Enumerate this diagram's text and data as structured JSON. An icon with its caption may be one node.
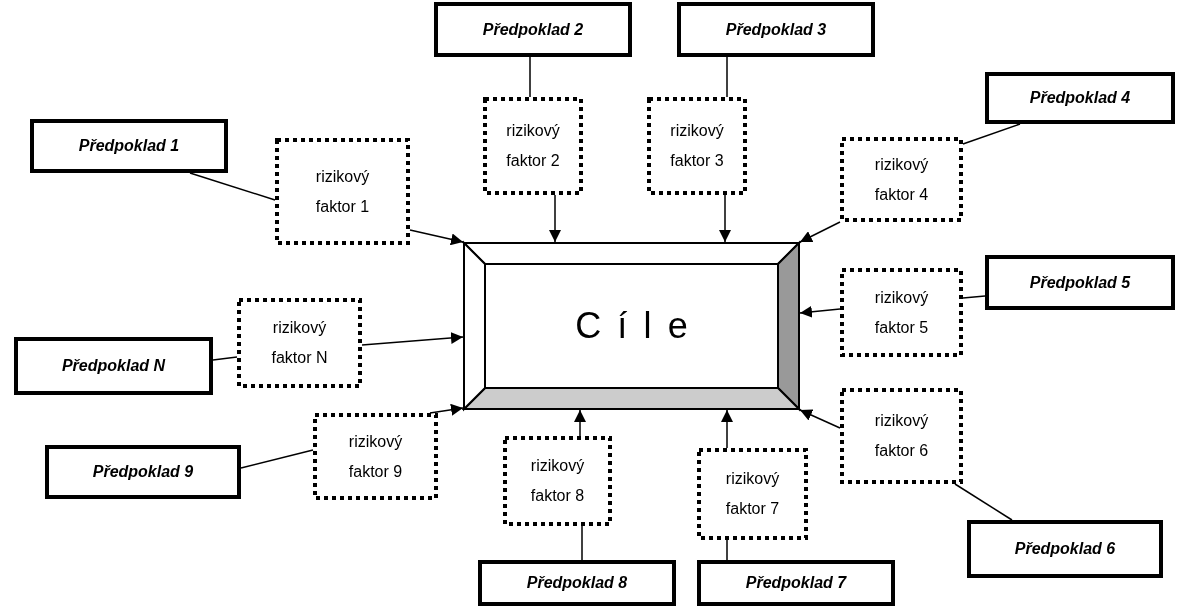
{
  "diagram": {
    "nodes": [
      {
        "text": [
          "Cíle"
        ]
      },
      {
        "text": [
          "Předpoklad 1"
        ]
      },
      {
        "text": [
          "rizikový faktor 1"
        ]
      },
      {
        "text": [
          "Předpoklad 2"
        ]
      },
      {
        "text": [
          "rizikový faktor 2"
        ]
      },
      {
        "text": [
          "Předpoklad 3"
        ]
      },
      {
        "text": [
          "rizikový faktor 3"
        ]
      },
      {
        "text": [
          "Předpoklad 4"
        ]
      },
      {
        "text": [
          "rizikový faktor 4"
        ]
      },
      {
        "text": [
          "Předpoklad 5"
        ]
      },
      {
        "text": [
          "rizikový faktor 5"
        ]
      },
      {
        "text": [
          "Předpoklad 6"
        ]
      },
      {
        "text": [
          "rizikový faktor 6"
        ]
      },
      {
        "text": [
          "Předpoklad 7"
        ]
      },
      {
        "text": [
          "rizikový faktor 7"
        ]
      },
      {
        "text": [
          "Předpoklad 8"
        ]
      },
      {
        "text": [
          "rizikový faktor 8"
        ]
      },
      {
        "text": [
          "Předpoklad 9"
        ]
      },
      {
        "text": [
          "rizikový faktor 9"
        ]
      },
      {
        "text": [
          "Předpoklad N"
        ]
      },
      {
        "text": [
          "rizikový faktor N"
        ]
      }
    ],
    "edges": [
      {
        "from": 1,
        "to": 2,
        "arrow": "none"
      },
      {
        "from": 2,
        "to": 0,
        "arrow": "to"
      },
      {
        "from": 3,
        "to": 4,
        "arrow": "none"
      },
      {
        "from": 4,
        "to": 0,
        "arrow": "to"
      },
      {
        "from": 5,
        "to": 6,
        "arrow": "none"
      },
      {
        "from": 6,
        "to": 0,
        "arrow": "to"
      },
      {
        "from": 7,
        "to": 8,
        "arrow": "none"
      },
      {
        "from": 8,
        "to": 0,
        "arrow": "to"
      },
      {
        "from": 9,
        "to": 10,
        "arrow": "none"
      },
      {
        "from": 10,
        "to": 0,
        "arrow": "to"
      },
      {
        "from": 11,
        "to": 12,
        "arrow": "none"
      },
      {
        "from": 12,
        "to": 0,
        "arrow": "to"
      },
      {
        "from": 13,
        "to": 14,
        "arrow": "none"
      },
      {
        "from": 14,
        "to": 0,
        "arrow": "to"
      },
      {
        "from": 15,
        "to": 16,
        "arrow": "none"
      },
      {
        "from": 16,
        "to": 0,
        "arrow": "to"
      },
      {
        "from": 17,
        "to": 18,
        "arrow": "none"
      },
      {
        "from": 18,
        "to": 0,
        "arrow": "to"
      },
      {
        "from": 19,
        "to": 20,
        "arrow": "none"
      },
      {
        "from": 20,
        "to": 0,
        "arrow": "to"
      }
    ]
  }
}
